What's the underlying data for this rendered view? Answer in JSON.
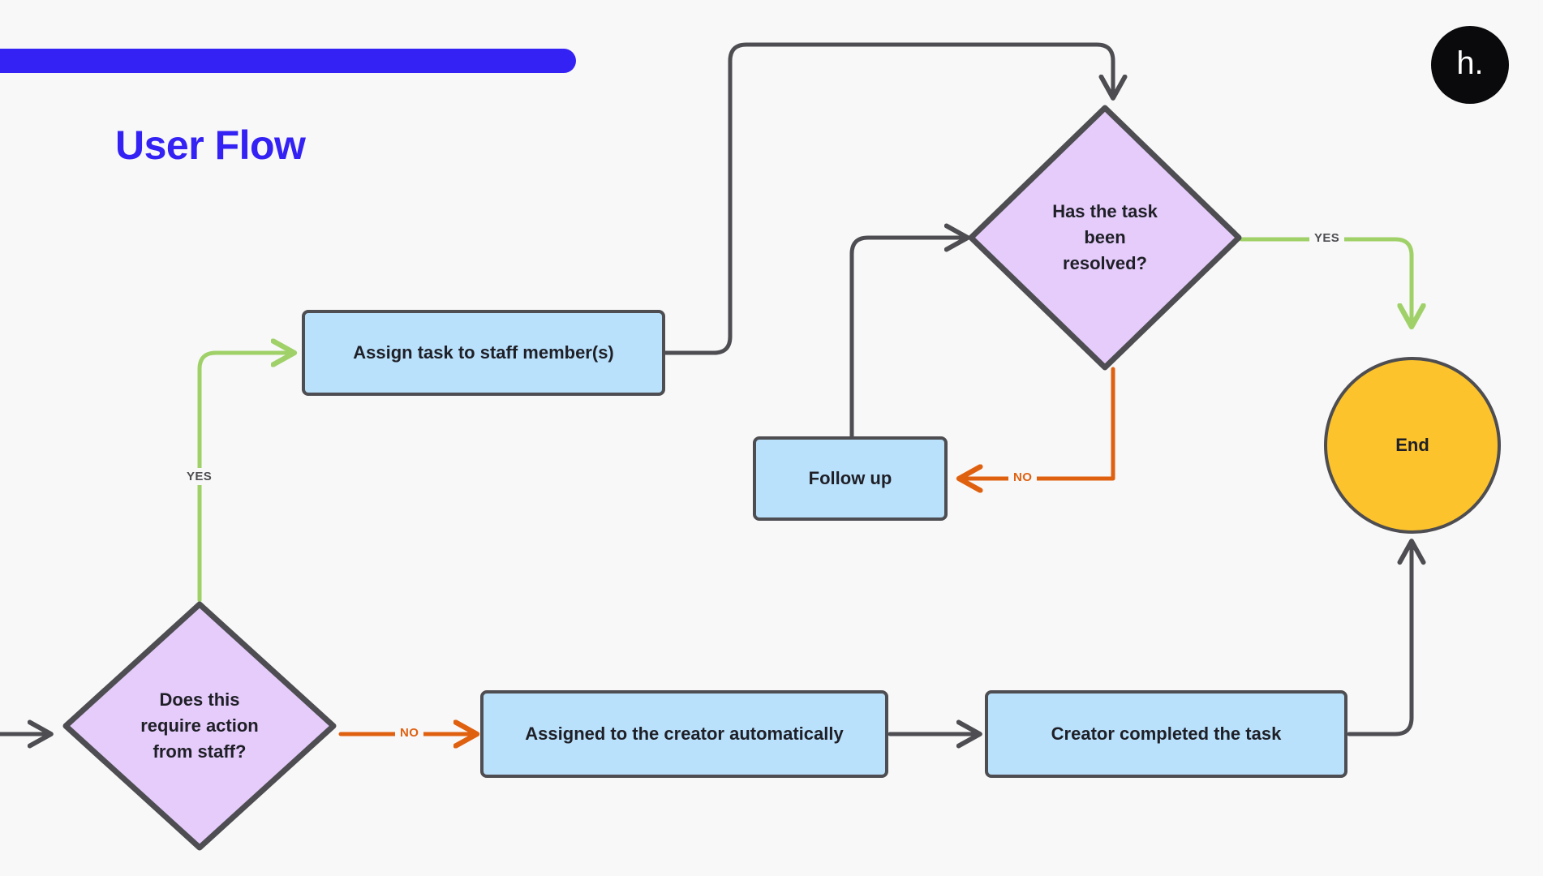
{
  "header": {
    "title": "User Flow",
    "accent_color": "#3422f5",
    "logo_text": "h.",
    "logo_bg": "#0a0a0c"
  },
  "theme": {
    "background": "#f8f8f8",
    "process_fill": "#b9e1fb",
    "decision_fill": "#e5ccfa",
    "terminal_fill": "#fcc32c",
    "stroke": "#4d4d52",
    "yes_color": "#a0d169",
    "no_color": "#df6110",
    "text_color": "#1f1f27"
  },
  "chart_data": {
    "type": "diagram",
    "title": "User Flow",
    "nodes": [
      {
        "id": "d1",
        "shape": "decision",
        "label": "Does this require action from staff?"
      },
      {
        "id": "p1",
        "shape": "process",
        "label": "Assign task to staff member(s)"
      },
      {
        "id": "d2",
        "shape": "decision",
        "label": "Has the task been resolved?"
      },
      {
        "id": "p2",
        "shape": "process",
        "label": "Follow up"
      },
      {
        "id": "p3",
        "shape": "process",
        "label": "Assigned to the creator automatically"
      },
      {
        "id": "p4",
        "shape": "process",
        "label": "Creator completed the task"
      },
      {
        "id": "t1",
        "shape": "terminal",
        "label": "End"
      }
    ],
    "edges": [
      {
        "from": "start",
        "to": "d1",
        "label": "",
        "color": "#4d4d52"
      },
      {
        "from": "d1",
        "to": "p1",
        "label": "YES",
        "color": "#a0d169"
      },
      {
        "from": "d1",
        "to": "p3",
        "label": "NO",
        "color": "#df6110"
      },
      {
        "from": "p1",
        "to": "d2",
        "label": "",
        "color": "#4d4d52"
      },
      {
        "from": "d2",
        "to": "t1",
        "label": "YES",
        "color": "#a0d169"
      },
      {
        "from": "d2",
        "to": "p2",
        "label": "NO",
        "color": "#df6110"
      },
      {
        "from": "p2",
        "to": "d2",
        "label": "",
        "color": "#4d4d52"
      },
      {
        "from": "p3",
        "to": "p4",
        "label": "",
        "color": "#4d4d52"
      },
      {
        "from": "p4",
        "to": "t1",
        "label": "",
        "color": "#4d4d52"
      }
    ]
  },
  "nodes": {
    "decision_staff": {
      "line1": "Does this",
      "line2": "require action",
      "line3": "from staff?"
    },
    "assign_task": {
      "label": "Assign task to staff member(s)"
    },
    "decision_resolved": {
      "line1": "Has the task",
      "line2": "been",
      "line3": "resolved?"
    },
    "follow_up": {
      "label": "Follow up"
    },
    "assigned_creator": {
      "label": "Assigned to the creator automatically"
    },
    "creator_completed": {
      "label": "Creator completed the task"
    },
    "end": {
      "label": "End"
    }
  },
  "edge_labels": {
    "yes_staff": "YES",
    "no_staff": "NO",
    "yes_resolved": "YES",
    "no_resolved": "NO"
  }
}
